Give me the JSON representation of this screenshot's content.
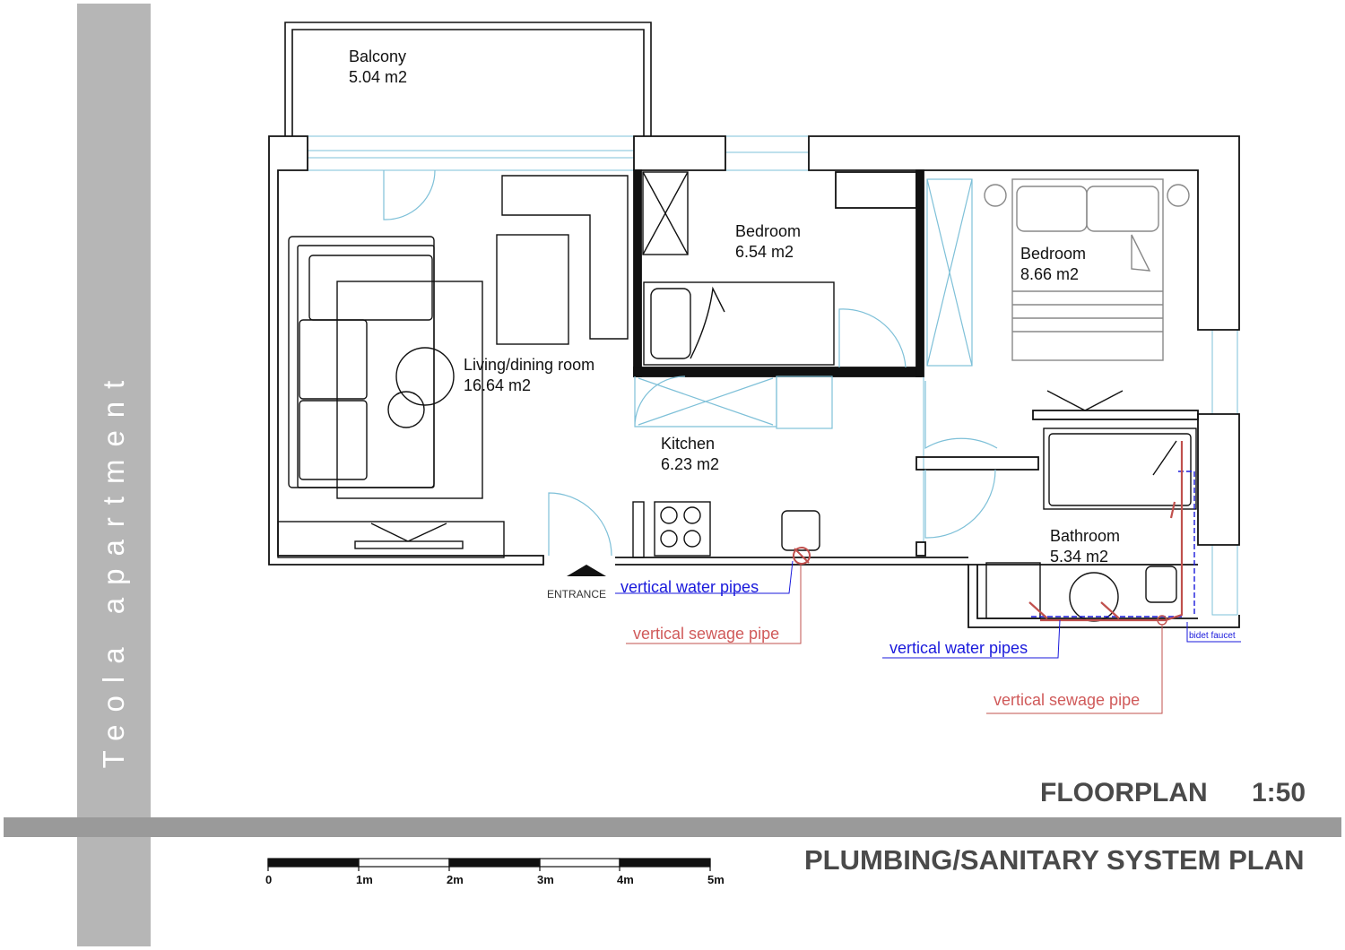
{
  "sidebar": {
    "title": "Teola apartment"
  },
  "header": {
    "title": "FLOORPLAN",
    "scale": "1:50",
    "subtitle": "PLUMBING/SANITARY SYSTEM PLAN"
  },
  "rooms": [
    {
      "name": "Balcony",
      "area": "5.04 m2"
    },
    {
      "name": "Bedroom",
      "area": "6.54 m2"
    },
    {
      "name": "Bedroom",
      "area": "8.66 m2"
    },
    {
      "name": "Living/dining room",
      "area": "16.64 m2"
    },
    {
      "name": "Kitchen",
      "area": "6.23 m2"
    },
    {
      "name": "Bathroom",
      "area": "5.34 m2"
    }
  ],
  "labels": {
    "entrance": "ENTRANCE",
    "kitchen_water": "vertical water pipes",
    "kitchen_sewage": "vertical sewage pipe",
    "bath_water": "vertical water pipes",
    "bath_sewage": "vertical sewage pipe",
    "bidet": "bidet faucet"
  },
  "scale_bar": {
    "ticks": [
      "0",
      "1m",
      "2m",
      "3m",
      "4m",
      "5m"
    ]
  },
  "colors": {
    "water": "#1a1adc",
    "sewage": "#c0504d",
    "window": "#7ec0d8",
    "band": "#9a9a9a"
  }
}
